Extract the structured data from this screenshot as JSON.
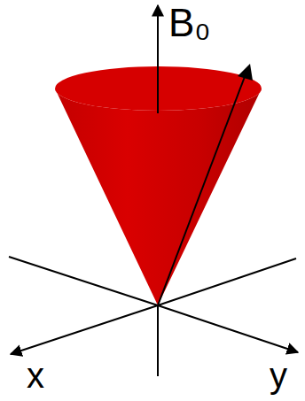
{
  "diagram": {
    "labels": [
      "B₀",
      "x",
      "y"
    ]
  }
}
